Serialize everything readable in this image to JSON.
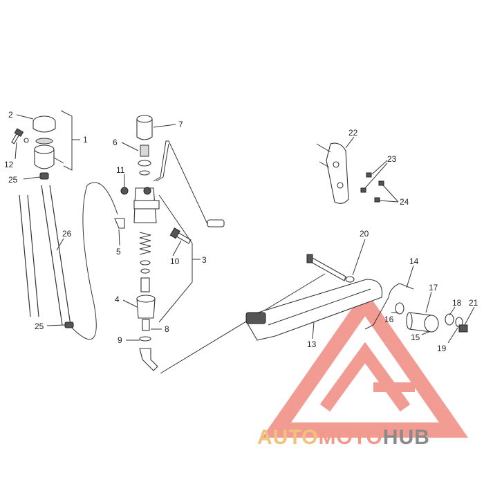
{
  "callouts": [
    "1",
    "2",
    "3",
    "4",
    "5",
    "6",
    "7",
    "8",
    "9",
    "10",
    "11",
    "12",
    "13",
    "14",
    "15",
    "16",
    "17",
    "18",
    "19",
    "20",
    "21",
    "22",
    "23",
    "24",
    "25",
    "25",
    "26"
  ],
  "watermark": {
    "part1": "AUTO",
    "part2": "MOTO",
    "part3": "HUB",
    "colors": {
      "part1": "#f2c27a",
      "part2": "#f29a8a",
      "part3": "#8a8a8a",
      "logo": "#e84b3c"
    }
  }
}
